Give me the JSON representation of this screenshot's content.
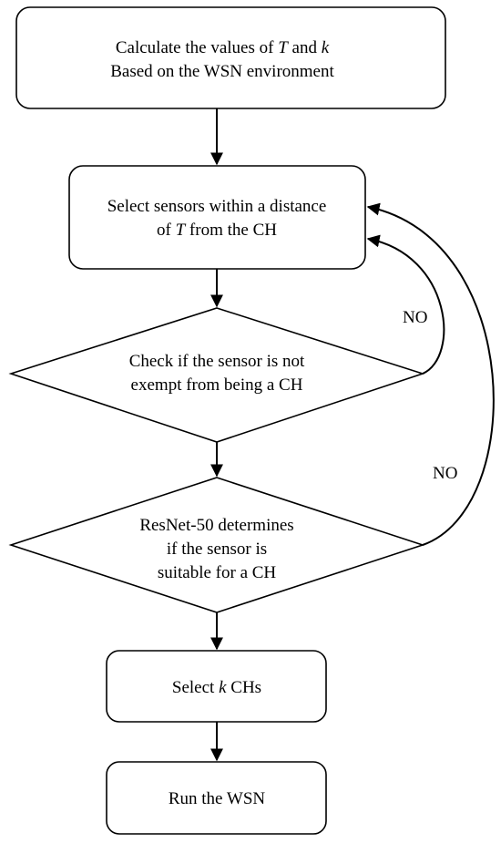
{
  "nodes": {
    "calc": {
      "line1": {
        "pre": "Calculate the values of ",
        "var1": "T",
        "mid": " and ",
        "var2": "k"
      },
      "line2": "Based on the WSN environment"
    },
    "select_sensors": {
      "line1": "Select sensors within a distance",
      "line2": {
        "pre": "of ",
        "var": "T",
        "post": " from the CH"
      }
    },
    "check_exempt": {
      "line1": "Check if the sensor is not",
      "line2": "exempt from being a CH"
    },
    "resnet": {
      "line1": "ResNet-50 determines",
      "line2": "if the sensor is",
      "line3": "suitable for a CH"
    },
    "select_k": {
      "pre": "Select ",
      "var": "k",
      "post": " CHs"
    },
    "run": {
      "label": "Run the WSN"
    }
  },
  "edges": {
    "no_label_1": "NO",
    "no_label_2": "NO"
  }
}
